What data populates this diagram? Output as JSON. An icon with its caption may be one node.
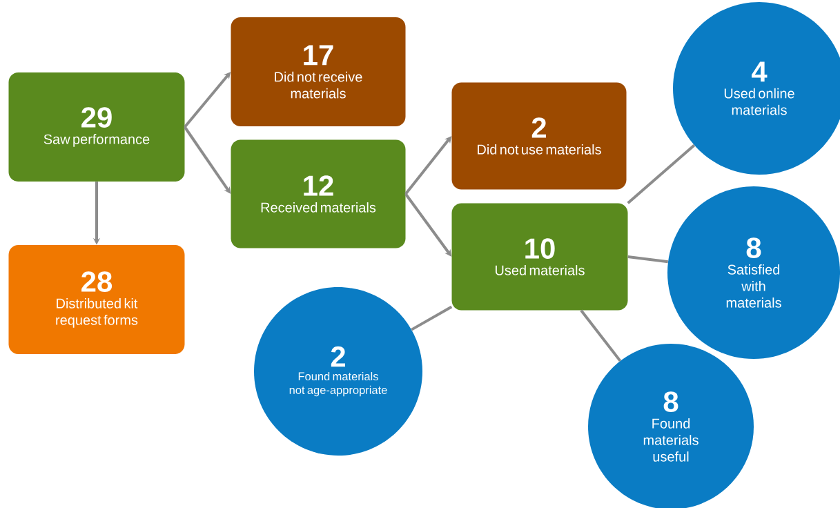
{
  "diagram": {
    "nodes": [
      {
        "text": [
          "29",
          "Saw performance"
        ]
      },
      {
        "text": [
          "17",
          "Did not receive materials"
        ]
      },
      {
        "text": [
          "12",
          "Received materials"
        ]
      },
      {
        "text": [
          "28",
          "Distributed kit request forms"
        ]
      },
      {
        "text": [
          "2",
          "Did not use materials"
        ]
      },
      {
        "text": [
          "10",
          "Used materials"
        ]
      },
      {
        "text": [
          "4",
          "Used online materials"
        ]
      },
      {
        "text": [
          "8",
          "Satisfied with materials"
        ]
      },
      {
        "text": [
          "2",
          "Found materials not age-appropriate"
        ]
      },
      {
        "text": [
          "8",
          "Found materials useful"
        ]
      }
    ],
    "edges": [
      {
        "from": 0,
        "to": 1,
        "arrow": "to"
      },
      {
        "from": 0,
        "to": 2,
        "arrow": "to"
      },
      {
        "from": 0,
        "to": 3,
        "arrow": "to"
      },
      {
        "from": 2,
        "to": 4,
        "arrow": "to"
      },
      {
        "from": 2,
        "to": 5,
        "arrow": "to"
      },
      {
        "from": 5,
        "to": 6,
        "arrow": "none"
      },
      {
        "from": 5,
        "to": 7,
        "arrow": "none"
      },
      {
        "from": 5,
        "to": 8,
        "arrow": "none"
      },
      {
        "from": 5,
        "to": 9,
        "arrow": "none"
      }
    ]
  }
}
